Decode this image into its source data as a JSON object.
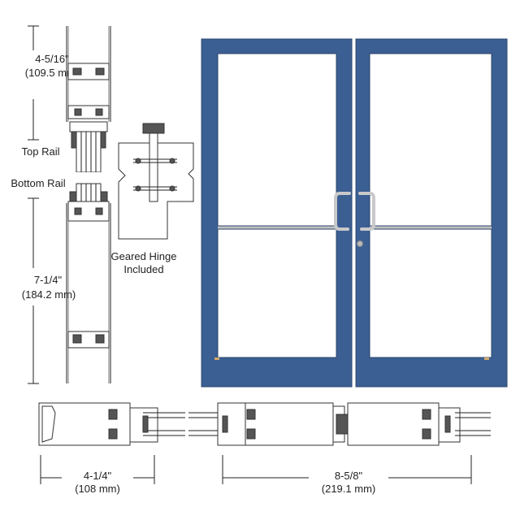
{
  "labels": {
    "top_dim_fraction": "4-5/16\"",
    "top_dim_metric": "(109.5 mm)",
    "top_rail": "Top Rail",
    "bottom_rail": "Bottom Rail",
    "bottom_dim_fraction": "7-1/4\"",
    "bottom_dim_metric": "(184.2 mm)",
    "hinge_line1": "Geared Hinge",
    "hinge_line2": "Included",
    "stile_dim_fraction": "4-1/4\"",
    "stile_dim_metric": "(108 mm)",
    "meeting_dim_fraction": "8-5/8\"",
    "meeting_dim_metric": "(219.1 mm)"
  },
  "colors": {
    "door_frame": "#3b5f93",
    "glass": "#ffffff",
    "hardware": "#c9c9c9"
  }
}
